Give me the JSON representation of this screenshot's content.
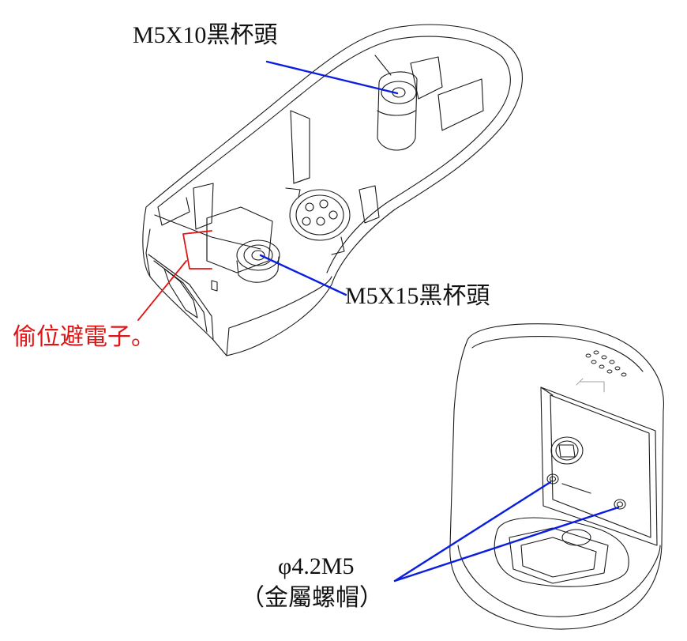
{
  "annotations": {
    "top_screw": "M5X10黑杯頭",
    "mid_screw": "M5X15黑杯頭",
    "offset_note": "偷位避電子。",
    "nut_size": "φ4.2M5",
    "nut_type": "（金屬螺帽）"
  },
  "colors": {
    "leader_blue": "#0a1ee0",
    "note_red": "#e01414",
    "drawing_line": "#1a1a1a"
  }
}
